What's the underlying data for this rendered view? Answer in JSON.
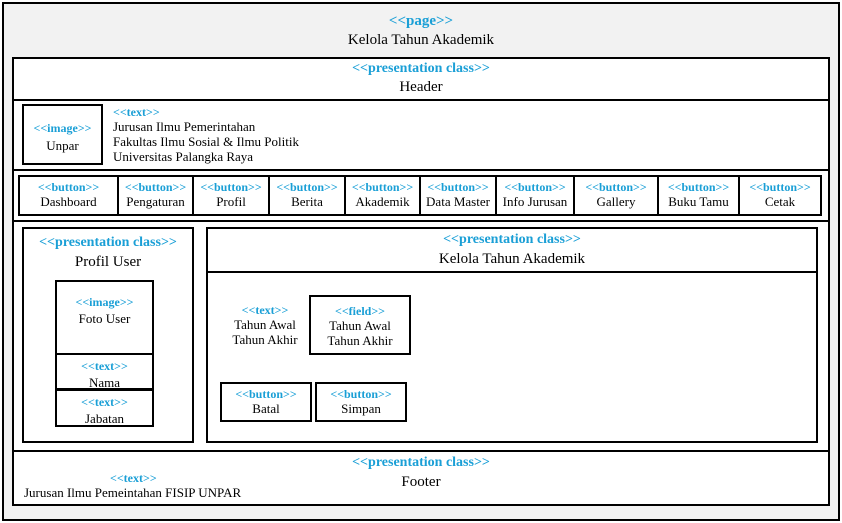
{
  "page": {
    "stereotype": "<<page>>",
    "title": "Kelola Tahun Akademik"
  },
  "header": {
    "stereotype": "<<presentation class>>",
    "title": "Header",
    "image": {
      "stereotype": "<<image>>",
      "label": "Unpar"
    },
    "text": {
      "stereotype": "<<text>>",
      "lines": [
        "Jurusan Ilmu Pemerintahan",
        "Fakultas Ilmu Sosial & Ilmu Politik",
        "Universitas Palangka Raya"
      ]
    }
  },
  "nav": {
    "stereotype": "<<button>>",
    "buttons": [
      "Dashboard",
      "Pengaturan",
      "Profil",
      "Berita",
      "Akademik",
      "Data Master",
      "Info Jurusan",
      "Gallery",
      "Buku Tamu",
      "Cetak"
    ]
  },
  "profile": {
    "stereotype": "<<presentation class>>",
    "title": "Profil User",
    "photo": {
      "stereotype": "<<image>>",
      "label": "Foto User"
    },
    "name": {
      "stereotype": "<<text>>",
      "label": "Nama"
    },
    "position": {
      "stereotype": "<<text>>",
      "label": "Jabatan"
    }
  },
  "main": {
    "stereotype": "<<presentation class>>",
    "title": "Kelola Tahun Akademik",
    "labels": {
      "stereotype": "<<text>>",
      "lines": [
        "Tahun Awal",
        "Tahun Akhir"
      ]
    },
    "fields": {
      "stereotype": "<<field>>",
      "lines": [
        "Tahun Awal",
        "Tahun Akhir"
      ]
    },
    "cancel": {
      "stereotype": "<<button>>",
      "label": "Batal"
    },
    "save": {
      "stereotype": "<<button>>",
      "label": "Simpan"
    }
  },
  "footer": {
    "stereotype": "<<presentation class>>",
    "title": "Footer",
    "text": {
      "stereotype": "<<text>>",
      "label": "Jurusan Ilmu Pemeintahan FISIP UNPAR"
    }
  }
}
